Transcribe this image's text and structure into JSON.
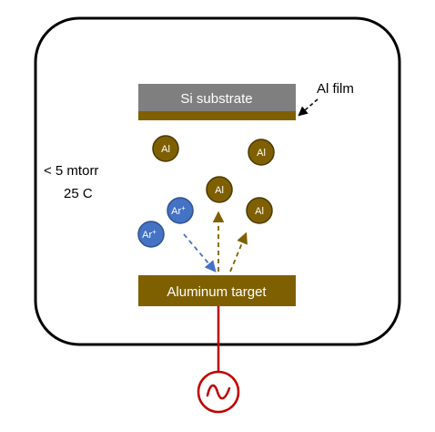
{
  "chamber": {
    "pressure_label": "< 5 mtorr",
    "temperature_label": "25 C"
  },
  "substrate": {
    "label": "Si substrate",
    "color": "#7f7f7f"
  },
  "film": {
    "label": "Al film",
    "color": "#7f6000"
  },
  "target": {
    "label": "Aluminum target",
    "color": "#7f6000"
  },
  "atoms": [
    {
      "label": "Al"
    },
    {
      "label": "Al"
    },
    {
      "label": "Al"
    },
    {
      "label": "Al"
    }
  ],
  "ions": [
    {
      "label": "Ar",
      "charge": "+"
    },
    {
      "label": "Ar",
      "charge": "+"
    }
  ],
  "colors": {
    "atom_fill": "#7f6000",
    "ion_fill": "#4472c4",
    "ion_arrow": "#4472c4",
    "atom_arrow": "#7f6000",
    "power_line": "#c00000",
    "chamber_border": "#000000"
  },
  "power_source": {
    "icon": "ac-source-icon"
  }
}
